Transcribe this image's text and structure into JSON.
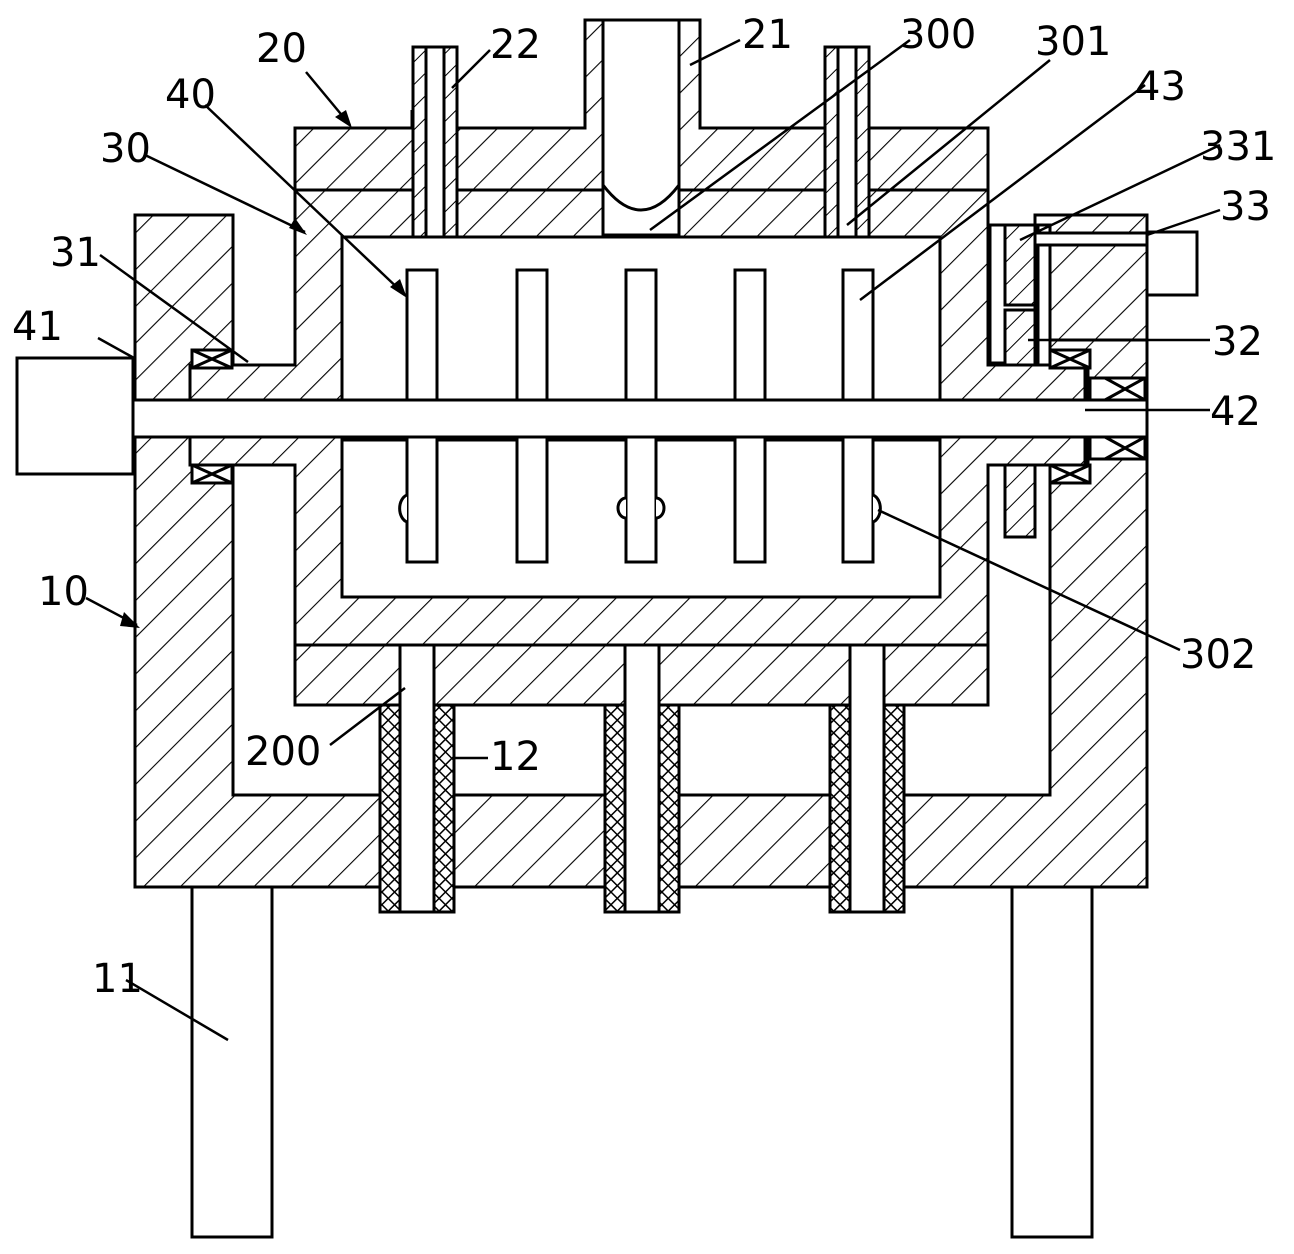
{
  "colors": {
    "stroke": "#000000",
    "background": "#ffffff"
  },
  "labels": {
    "l10": "10",
    "l11": "11",
    "l12": "12",
    "l20": "20",
    "l21": "21",
    "l22": "22",
    "l30": "30",
    "l31": "31",
    "l32": "32",
    "l33": "33",
    "l331": "331",
    "l40": "40",
    "l41": "41",
    "l42": "42",
    "l43": "43",
    "l200": "200",
    "l300": "300",
    "l301": "301",
    "l302": "302"
  }
}
